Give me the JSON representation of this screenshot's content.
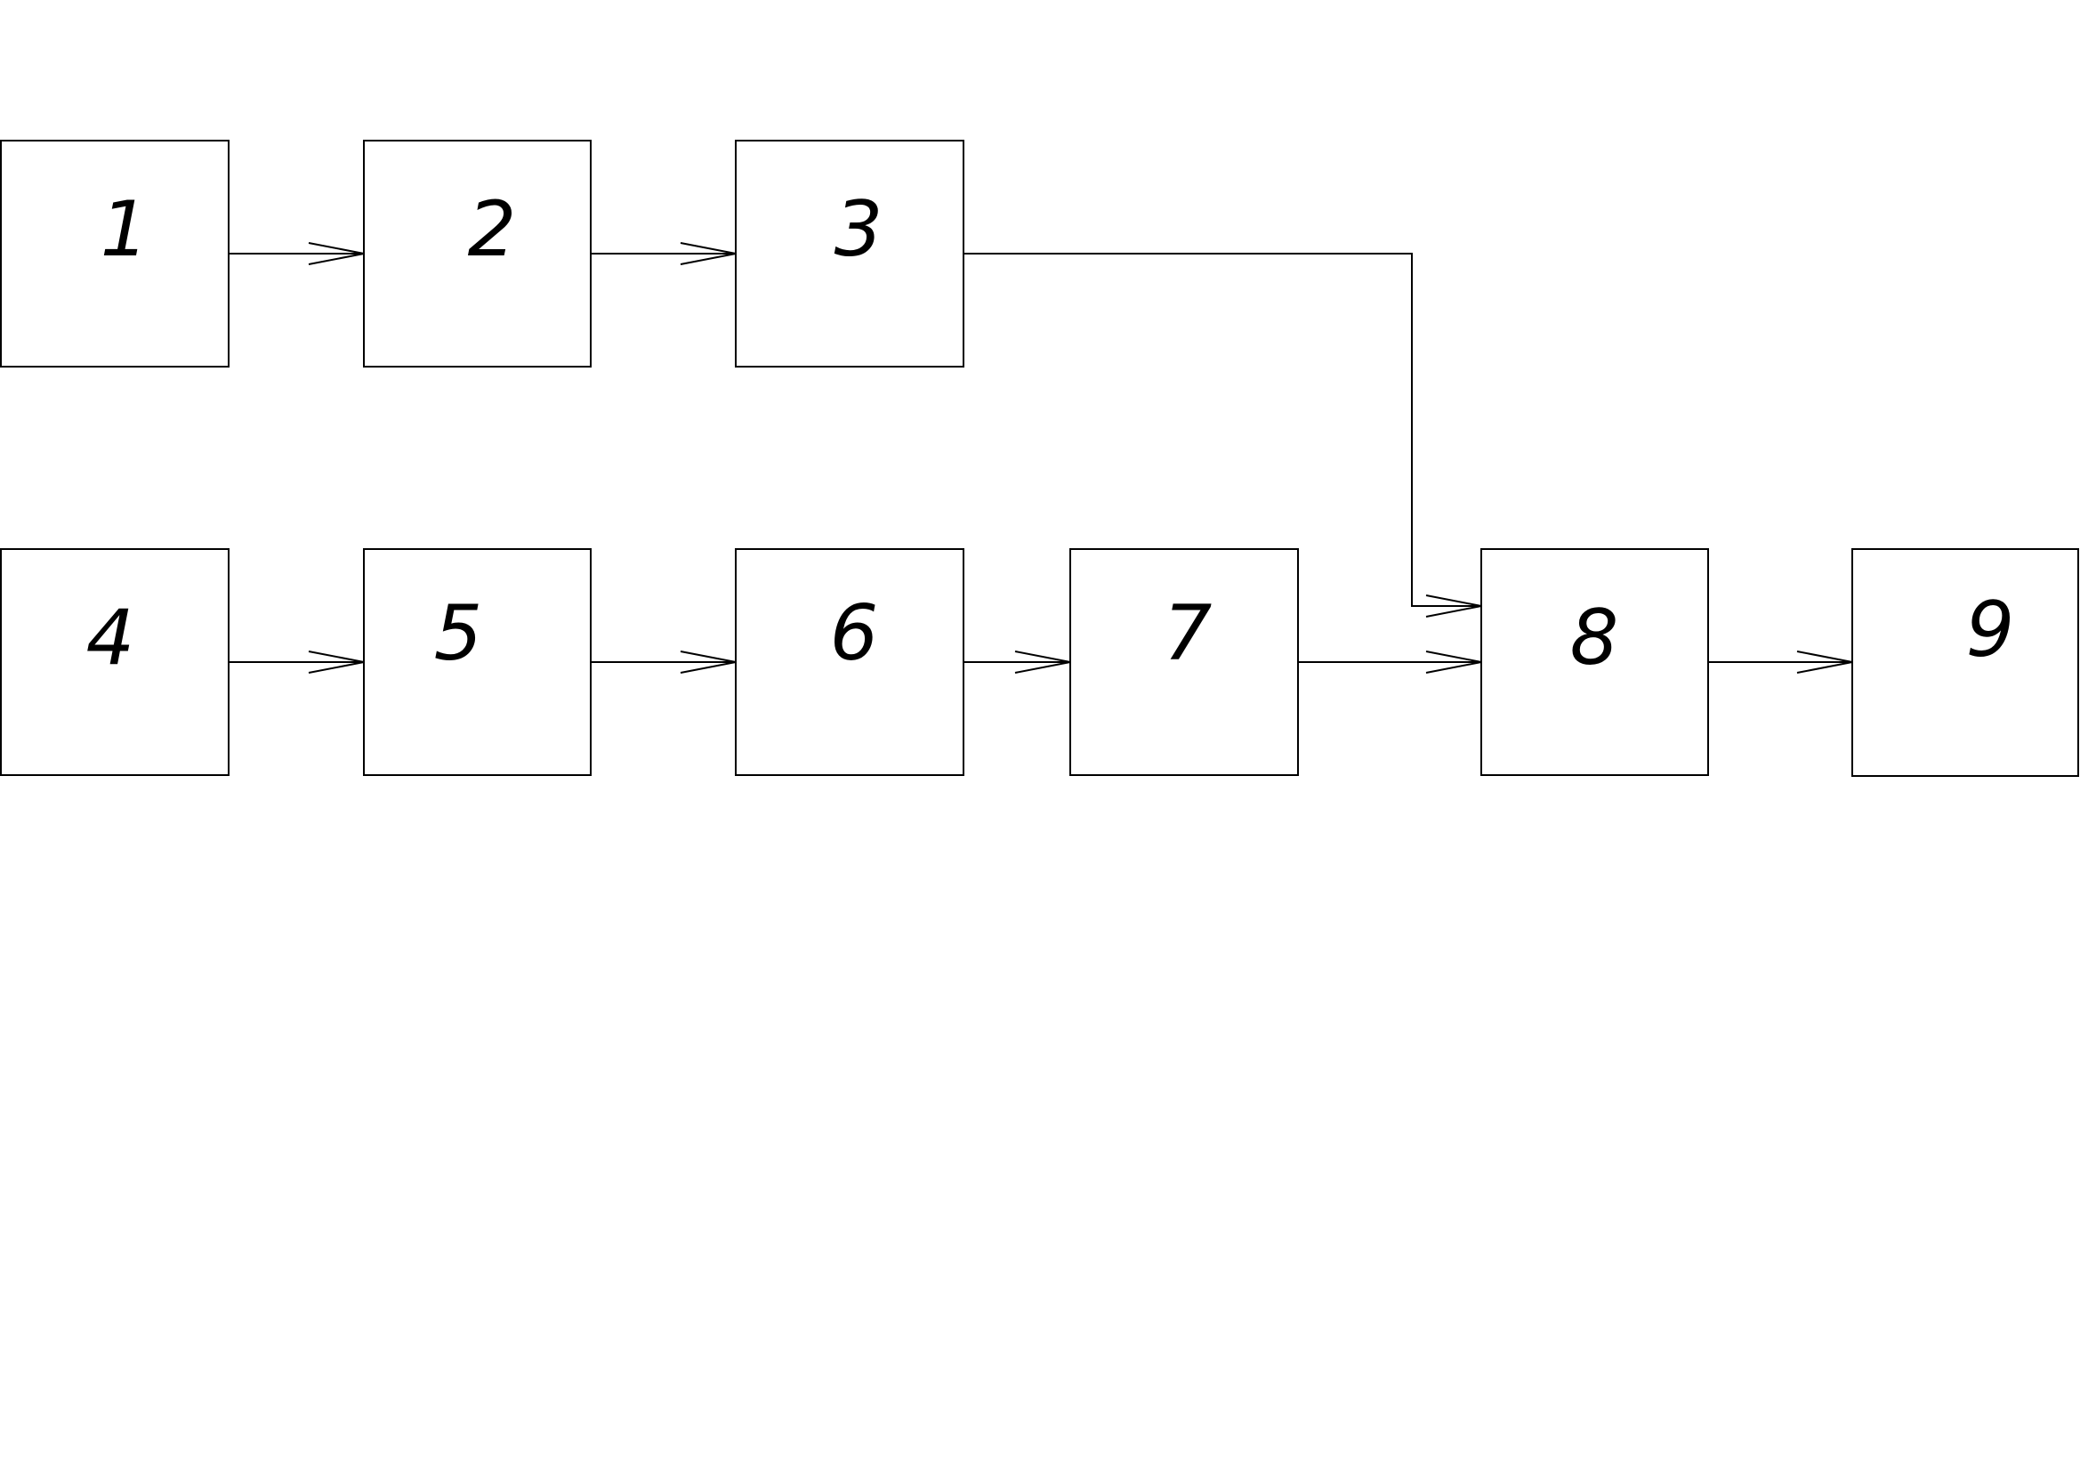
{
  "blocks": [
    {
      "id": "1",
      "label": "1"
    },
    {
      "id": "2",
      "label": "2"
    },
    {
      "id": "3",
      "label": "3"
    },
    {
      "id": "4",
      "label": "4"
    },
    {
      "id": "5",
      "label": "5"
    },
    {
      "id": "6",
      "label": "6"
    },
    {
      "id": "7",
      "label": "7"
    },
    {
      "id": "8",
      "label": "8"
    },
    {
      "id": "9",
      "label": "9"
    }
  ],
  "connections": [
    {
      "from": "1",
      "to": "2"
    },
    {
      "from": "2",
      "to": "3"
    },
    {
      "from": "3",
      "to": "8"
    },
    {
      "from": "4",
      "to": "5"
    },
    {
      "from": "5",
      "to": "6"
    },
    {
      "from": "6",
      "to": "7"
    },
    {
      "from": "7",
      "to": "8"
    },
    {
      "from": "8",
      "to": "9"
    }
  ],
  "colors": {
    "line": "#000000",
    "background": "#ffffff"
  }
}
